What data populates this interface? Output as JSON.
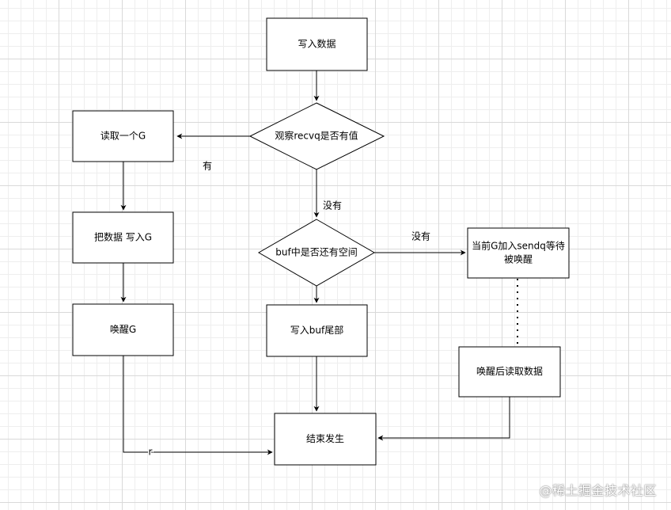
{
  "colors": {
    "node_fill": "#ffffff",
    "stroke": "#000000",
    "grid_major": "#d9d9d9",
    "grid_minor": "#eeeeee"
  },
  "nodes": {
    "write_data": "写入数据",
    "check_recvq": "观察recvq是否有值",
    "read_g": "读取一个G",
    "put_data_to_g": "把数据 写入G",
    "wake_g": "唤醒G",
    "buf_has_space": "buf中是否还有空间",
    "write_buf_tail": "写入buf尾部",
    "join_sendq_line1": "当前G加入sendq等待",
    "join_sendq_line2": "被唤醒",
    "read_after_wake": "唤醒后读取数据",
    "end": "结束发生"
  },
  "edge_labels": {
    "has": "有",
    "none_1": "没有",
    "none_2": "没有",
    "r": "r"
  },
  "watermark": "@稀土掘金技术社区"
}
